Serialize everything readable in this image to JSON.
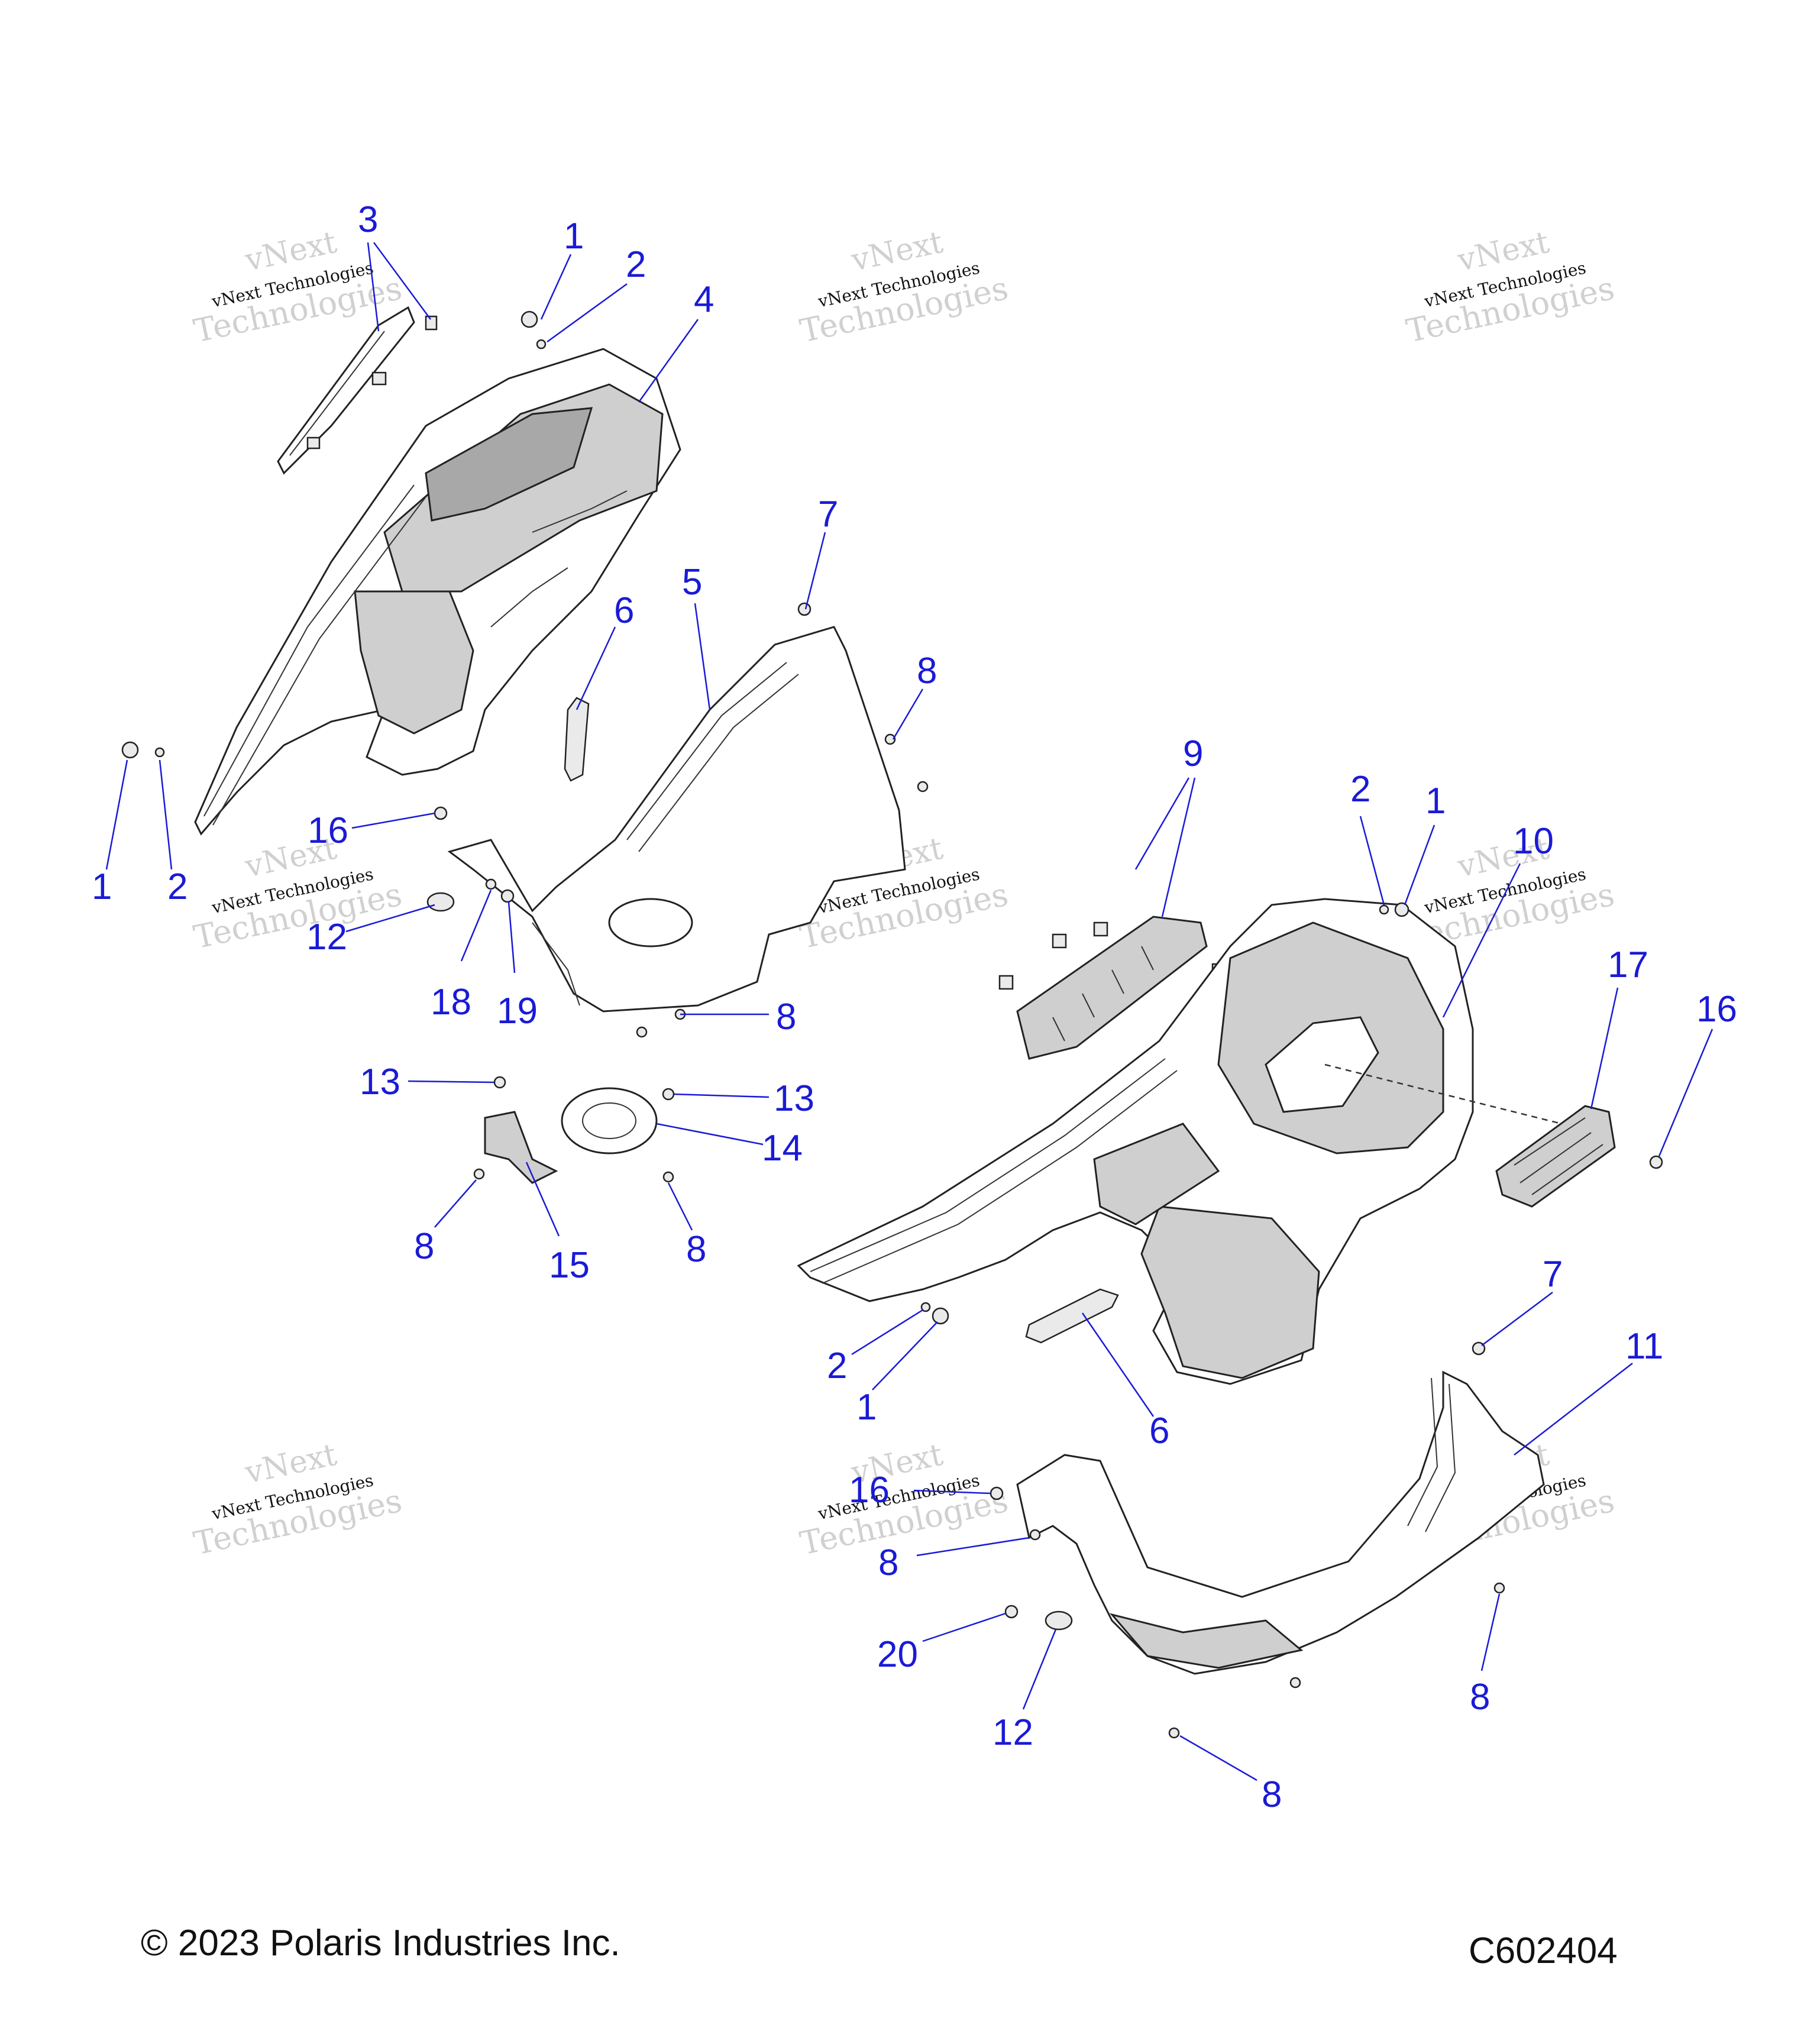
{
  "watermark": {
    "line_top": "vNext",
    "line_mid": "vNext Technologies",
    "line_bottom": "Technologies"
  },
  "callouts": [
    "1",
    "2",
    "3",
    "4",
    "5",
    "6",
    "7",
    "8",
    "9",
    "10",
    "11",
    "12",
    "13",
    "14",
    "15",
    "16",
    "17",
    "18",
    "19",
    "20"
  ],
  "footer": {
    "copyright": "© 2023 Polaris Industries Inc.",
    "drawing_id": "C602404"
  }
}
